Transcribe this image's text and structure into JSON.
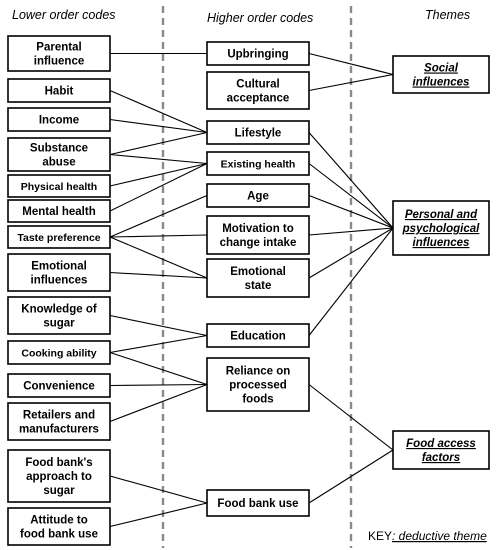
{
  "headers": {
    "lower": "Lower order codes",
    "higher": "Higher order codes",
    "themes": "Themes"
  },
  "lower_codes": [
    {
      "id": "parental",
      "lines": [
        "Parental",
        "influence"
      ]
    },
    {
      "id": "habit",
      "lines": [
        "Habit"
      ]
    },
    {
      "id": "income",
      "lines": [
        "Income"
      ]
    },
    {
      "id": "substance",
      "lines": [
        "Substance",
        "abuse"
      ]
    },
    {
      "id": "physical",
      "lines": [
        "Physical health"
      ]
    },
    {
      "id": "mental",
      "lines": [
        "Mental health"
      ]
    },
    {
      "id": "taste",
      "lines": [
        "Taste preference"
      ]
    },
    {
      "id": "emotional-inf",
      "lines": [
        "Emotional",
        "influences"
      ]
    },
    {
      "id": "knowledge",
      "lines": [
        "Knowledge of",
        "sugar"
      ]
    },
    {
      "id": "cooking",
      "lines": [
        "Cooking ability"
      ]
    },
    {
      "id": "convenience",
      "lines": [
        "Convenience"
      ]
    },
    {
      "id": "retailers",
      "lines": [
        "Retailers and",
        "manufacturers"
      ]
    },
    {
      "id": "foodbank-approach",
      "lines": [
        "Food bank's",
        "approach to",
        "sugar"
      ]
    },
    {
      "id": "attitude",
      "lines": [
        "Attitude to",
        "food bank use"
      ]
    }
  ],
  "higher_codes": [
    {
      "id": "upbringing",
      "lines": [
        "Upbringing"
      ]
    },
    {
      "id": "cultural",
      "lines": [
        "Cultural",
        "acceptance"
      ]
    },
    {
      "id": "lifestyle",
      "lines": [
        "Lifestyle"
      ]
    },
    {
      "id": "existing",
      "lines": [
        "Existing health"
      ]
    },
    {
      "id": "age",
      "lines": [
        "Age"
      ]
    },
    {
      "id": "motivation",
      "lines": [
        "Motivation to",
        "change intake"
      ]
    },
    {
      "id": "emotional-state",
      "lines": [
        "Emotional",
        "state"
      ]
    },
    {
      "id": "education",
      "lines": [
        "Education"
      ]
    },
    {
      "id": "reliance",
      "lines": [
        "Reliance on",
        "processed",
        "foods"
      ]
    },
    {
      "id": "foodbank-use",
      "lines": [
        "Food bank use"
      ]
    }
  ],
  "themes": [
    {
      "id": "social",
      "lines": [
        "Social",
        "influences"
      ]
    },
    {
      "id": "personal",
      "lines": [
        "Personal and",
        "psychological",
        "influences"
      ]
    },
    {
      "id": "access",
      "lines": [
        "Food access",
        "factors"
      ]
    }
  ],
  "links": [
    [
      "parental",
      "upbringing"
    ],
    [
      "habit",
      "lifestyle"
    ],
    [
      "income",
      "lifestyle"
    ],
    [
      "substance",
      "lifestyle"
    ],
    [
      "substance",
      "existing"
    ],
    [
      "physical",
      "existing"
    ],
    [
      "mental",
      "existing"
    ],
    [
      "taste",
      "age"
    ],
    [
      "taste",
      "motivation"
    ],
    [
      "taste",
      "emotional-state"
    ],
    [
      "emotional-inf",
      "emotional-state"
    ],
    [
      "knowledge",
      "education"
    ],
    [
      "cooking",
      "education"
    ],
    [
      "cooking",
      "reliance"
    ],
    [
      "convenience",
      "reliance"
    ],
    [
      "retailers",
      "reliance"
    ],
    [
      "foodbank-approach",
      "foodbank-use"
    ],
    [
      "attitude",
      "foodbank-use"
    ],
    [
      "upbringing",
      "social"
    ],
    [
      "cultural",
      "social"
    ],
    [
      "lifestyle",
      "personal"
    ],
    [
      "existing",
      "personal"
    ],
    [
      "age",
      "personal"
    ],
    [
      "motivation",
      "personal"
    ],
    [
      "emotional-state",
      "personal"
    ],
    [
      "education",
      "personal"
    ],
    [
      "reliance",
      "access"
    ],
    [
      "foodbank-use",
      "access"
    ]
  ],
  "key": {
    "label": "KEY",
    "text": ": deductive theme"
  }
}
